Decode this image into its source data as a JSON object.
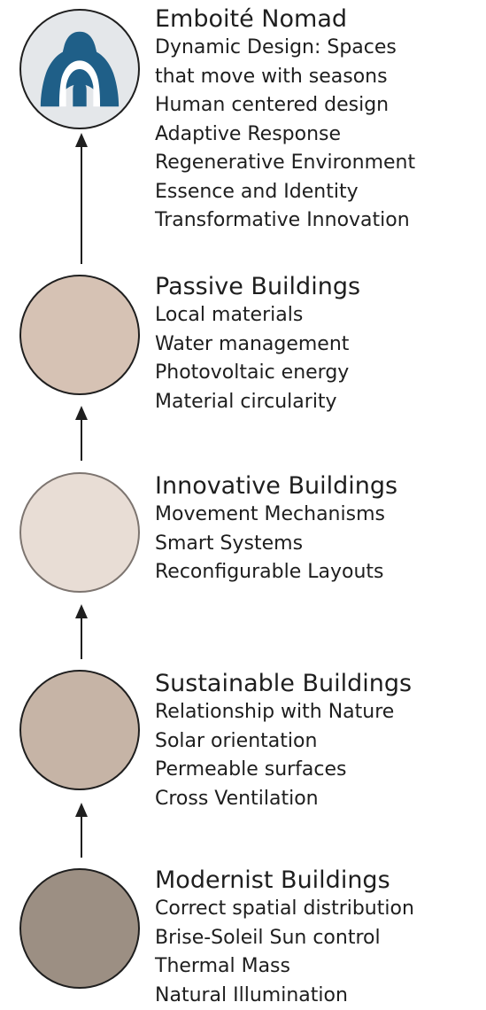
{
  "stages": [
    {
      "title": "Emboité Nomad",
      "fill": "#e4e7ea",
      "icon": "emboite-nomad-logo-icon",
      "features": [
        "Dynamic Design: Spaces",
        "that move with seasons",
        "Human centered design",
        "Adaptive Response",
        "Regenerative Environment",
        "Essence and Identity",
        "Transformative Innovation"
      ]
    },
    {
      "title": "Passive Buildings",
      "fill": "#d6c2b4",
      "features": [
        "Local materials",
        "Water management",
        "Photovoltaic energy",
        "Material circularity"
      ]
    },
    {
      "title": "Innovative Buildings",
      "fill": "#e8ddd5",
      "features": [
        "Movement Mechanisms",
        "Smart Systems",
        "Reconfigurable Layouts"
      ]
    },
    {
      "title": "Sustainable Buildings",
      "fill": "#c6b4a6",
      "features": [
        "Relationship with Nature",
        "Solar orientation",
        "Permeable surfaces",
        "Cross Ventilation"
      ]
    },
    {
      "title": "Modernist Buildings",
      "fill": "#9c8f83",
      "features": [
        "Correct spatial distribution",
        "Brise-Soleil Sun control",
        "Thermal Mass",
        "Natural Illumination"
      ]
    }
  ],
  "colors": {
    "logo_blue": "#1f5f88",
    "outline": "#1f1f1f",
    "arrow": "#1f1f1f"
  }
}
